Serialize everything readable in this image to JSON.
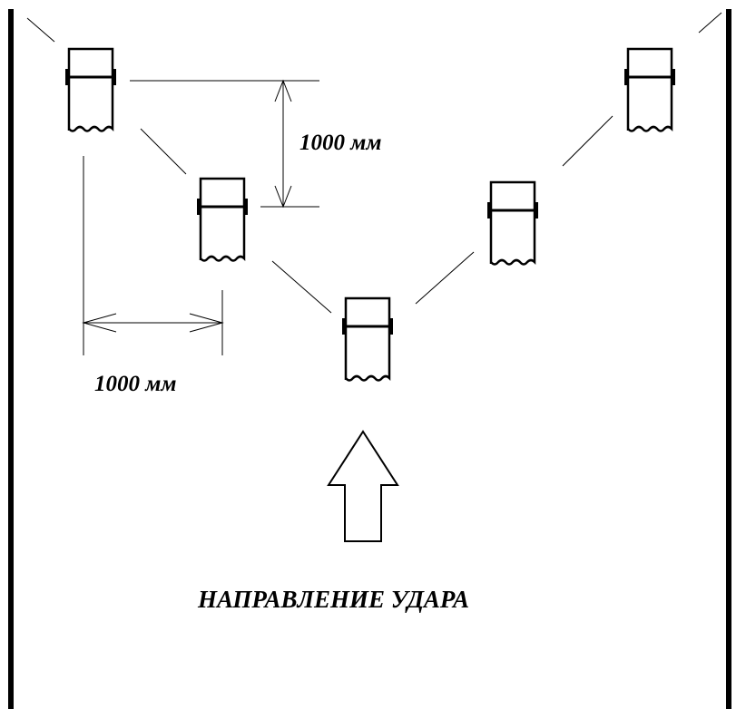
{
  "diagram": {
    "dimension_vertical": "1000 мм",
    "dimension_horizontal": "1000 мм",
    "direction_label": "НАПРАВЛЕНИЕ УДАРА",
    "cylinder_count": 5,
    "colors": {
      "stroke": "#000000",
      "background": "#ffffff"
    }
  }
}
